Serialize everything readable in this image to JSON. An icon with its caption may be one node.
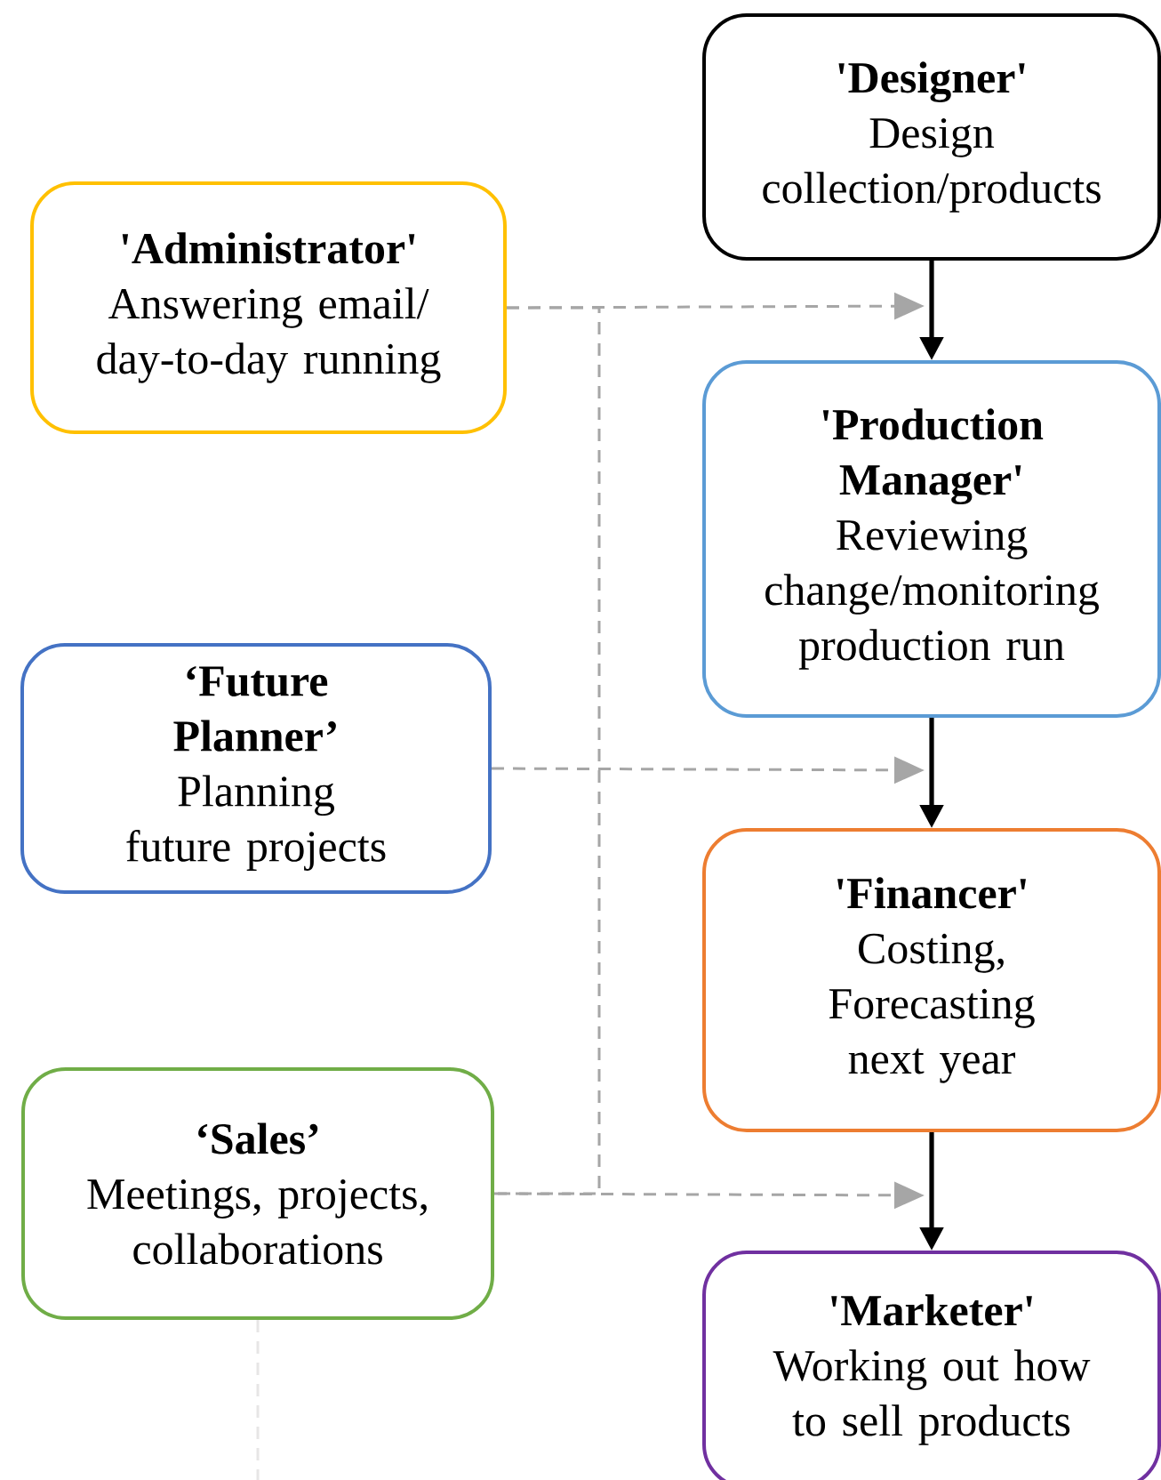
{
  "diagram": {
    "nodes": [
      {
        "text": [
          "'Designer'",
          "Design collection/products"
        ]
      },
      {
        "text": [
          "'Administrator'",
          "Answering email/ day-to-day running"
        ]
      },
      {
        "text": [
          "'Production Manager'",
          "Reviewing change/monitoring production run"
        ]
      },
      {
        "text": [
          "‘Future Planner’",
          "Planning future projects"
        ]
      },
      {
        "text": [
          "'Financer'",
          "Costing, Forecasting next year"
        ]
      },
      {
        "text": [
          "‘Sales’",
          "Meetings, projects, collaborations"
        ]
      },
      {
        "text": [
          "'Marketer'",
          "Working out how to sell products"
        ]
      }
    ],
    "edges": [
      {
        "from": 0,
        "to": 2,
        "arrow": "to",
        "color": "#000000"
      },
      {
        "from": 2,
        "to": 4,
        "arrow": "to",
        "color": "#000000"
      },
      {
        "from": 4,
        "to": 6,
        "arrow": "to",
        "color": "#000000"
      },
      {
        "from": 1,
        "to": null,
        "arrow": "to",
        "style": "dashed",
        "color": "#a6a6a6"
      },
      {
        "from": 3,
        "to": null,
        "arrow": "to",
        "style": "dashed",
        "color": "#a6a6a6"
      },
      {
        "from": 5,
        "to": null,
        "arrow": "to",
        "style": "dashed",
        "color": "#a6a6a6"
      },
      {
        "from": 1,
        "to": 5,
        "arrow": "none",
        "style": "dashed",
        "color": "#a6a6a6"
      },
      {
        "from": 5,
        "to": null,
        "arrow": "none",
        "style": "dashed",
        "color": "#e7e6e6"
      }
    ]
  }
}
